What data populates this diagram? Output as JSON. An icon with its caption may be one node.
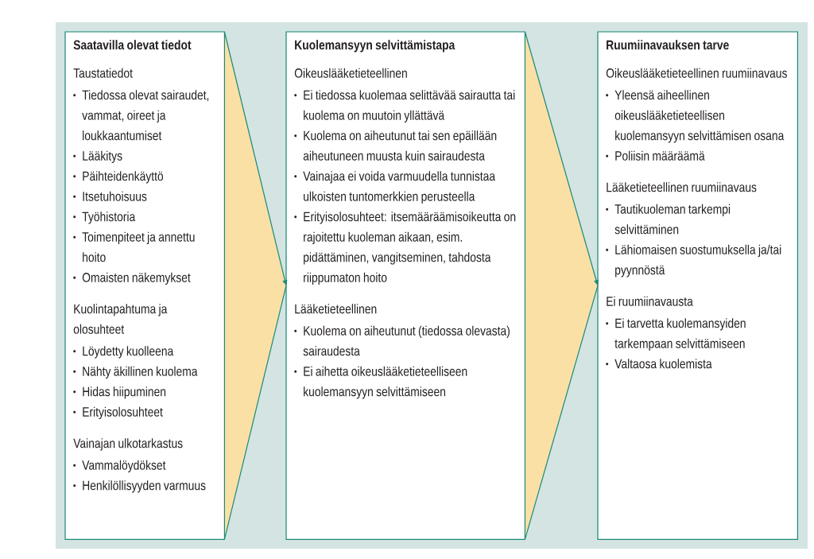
{
  "diagram": {
    "nodes": [
      {
        "text": [
          "Saatavilla olevat tiedot",
          "Taustatiedot",
          "Tiedossa olevat sairaudet, vammat, oireet ja loukkaantumiset",
          "Lääkitys",
          "Päihteidenkäyttö",
          "Itsetuhoisuus",
          "Työhistoria",
          "Toimenpiteet ja annettu hoito",
          "Omaisten näkemykset",
          "Kuolintapahtuma ja olosuhteet",
          "Löydetty kuolleena",
          "Nähty äkillinen kuolema",
          "Hidas hiipuminen",
          "Erityisolosuhteet",
          "Vainajan ulkotarkastus",
          "Vammalöydökset",
          "Henkilöllisyyden varmuus"
        ]
      },
      {
        "text": [
          "Kuolemansyyn selvittämistapa",
          "Oikeuslääketieteellinen",
          "Ei tiedossa kuolemaa selittävää sairautta tai kuolema on muutoin yllättävä",
          "Kuolema on aiheutunut tai sen epäillään aiheutuneen muusta kuin sairaudesta",
          "Vainajaa ei voida varmuudella tunnistaa ulkoisten tuntomerkkien perusteella",
          "Erityisolosuhteet: itsemääräämisoikeutta on rajoitettu kuoleman aikaan, esim. pidättäminen, vangitseminen, tahdosta riippumaton hoito",
          "Lääketieteellinen",
          "Kuolema on aiheutunut (tiedossa olevasta) sairaudesta",
          "Ei aihetta oikeuslääketieteelliseen kuolemansyyn selvittämiseen"
        ]
      },
      {
        "text": [
          "Ruumiinavauksen tarve",
          "Oikeuslääketieteellinen ruumiinavaus",
          "Yleensä aiheellinen oikeuslääketieteellisen kuolemansyyn selvittämisen osana",
          "Poliisin määräämä",
          "Lääketieteellinen ruumiinavaus",
          "Tautikuoleman tarkempi selvittäminen",
          "Lähiomaisen suostumuksella ja/tai pyynnöstä",
          "Ei ruumiinavausta",
          "Ei tarvetta kuolemansyiden tarkempaan selvittämiseen",
          "Valtaosa kuolemista"
        ]
      }
    ],
    "edges": [
      {
        "from": 0,
        "to": 1,
        "arrow": "to"
      },
      {
        "from": 1,
        "to": 2,
        "arrow": "to"
      }
    ]
  }
}
